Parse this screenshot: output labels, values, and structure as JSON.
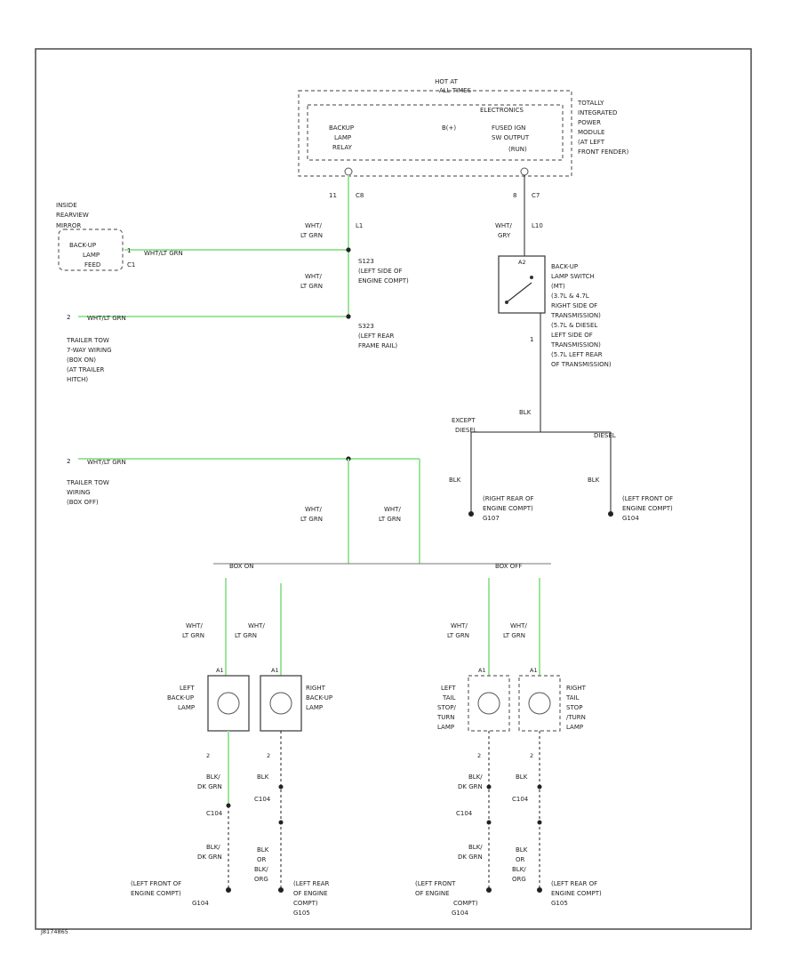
{
  "module": {
    "hot_at": "HOT AT",
    "all_times": "ALL TIMES",
    "title": [
      "TOTALLY",
      "INTEGRATED",
      "POWER",
      "MODULE",
      "(AT LEFT",
      "FRONT FENDER)"
    ],
    "electronics": "ELECTRONICS",
    "backup_lamp_relay": [
      "BACKUP",
      "LAMP",
      "RELAY"
    ],
    "b_plus": "B(+)",
    "fused_ign": [
      "FUSED IGN",
      "SW OUTPUT"
    ],
    "fused_ign_sub": "(RUN)",
    "pin_left": "11",
    "conn_left": "C8",
    "pin_right": "8",
    "conn_right": "C7"
  },
  "mirror": {
    "title": [
      "INSIDE",
      "REARVIEW",
      "MIRROR"
    ],
    "lamp": [
      "BACK-UP",
      "LAMP",
      "FEED"
    ],
    "pin": "1",
    "conn": "C1",
    "wire": "WHT/LT GRN"
  },
  "splices": {
    "s123": [
      "S123",
      "(LEFT SIDE OF",
      "ENGINE COMPT)"
    ],
    "s323": [
      "S323",
      "(LEFT REAR",
      "FRAME RAIL)"
    ]
  },
  "wires": {
    "wht": "WHT/",
    "ltgrn": "LT GRN",
    "wht_ltgrn": "WHT/LT GRN",
    "l1": "L1",
    "gry": "GRY",
    "l10": "L10",
    "blk": "BLK",
    "blk_or": "BLK/",
    "dkgrn": "DK GRN",
    "or": "OR",
    "blk2": "BLK/",
    "org": "ORG"
  },
  "trailer_on": {
    "pin": "2",
    "label": [
      "TRAILER TOW",
      "7-WAY WIRING",
      "(BOX ON)",
      "(AT TRAILER",
      "HITCH)"
    ]
  },
  "trailer_off": {
    "pin": "2",
    "label": [
      "TRAILER TOW",
      "WIRING",
      "(BOX OFF)"
    ]
  },
  "switch": {
    "pin_top": "A2",
    "pin_bottom": "1",
    "label": [
      "BACK-UP",
      "LAMP SWITCH",
      "(MT)",
      "(3.7L & 4.7L",
      "RIGHT SIDE OF",
      "TRANSMISSION)",
      "(5.7L & DIESEL",
      "LEFT SIDE OF",
      "TRANSMISSION)",
      "(5.7L LEFT REAR",
      "OF TRANSMISSION)"
    ]
  },
  "grounds": {
    "except_diesel": [
      "EXCEPT",
      "DIESEL"
    ],
    "diesel": "DIESEL",
    "g107": [
      "(RIGHT REAR OF",
      "ENGINE COMPT)",
      "G107"
    ],
    "g104_top": [
      "(LEFT FRONT OF",
      "ENGINE COMPT)",
      "G104"
    ],
    "g104_bl": [
      "(LEFT FRONT OF",
      "ENGINE COMPT)",
      "G104"
    ],
    "g105_l": [
      "(LEFT REAR",
      "OF ENGINE",
      "COMPT)",
      "G105"
    ],
    "g104_br": [
      "(LEFT FRONT",
      "OF ENGINE",
      "COMPT)",
      "G104"
    ],
    "g105_r": [
      "(LEFT REAR OF",
      "ENGINE COMPT)",
      "G105"
    ]
  },
  "box": {
    "on": "BOX ON",
    "off": "BOX OFF"
  },
  "lamps": {
    "left_backup": [
      "LEFT",
      "BACK-UP",
      "LAMP"
    ],
    "right_backup": [
      "RIGHT",
      "BACK-UP",
      "LAMP"
    ],
    "left_tail": [
      "LEFT",
      "TAIL",
      "STOP/",
      "TURN",
      "LAMP"
    ],
    "right_tail": [
      "RIGHT",
      "TAIL",
      "STOP",
      "/TURN",
      "LAMP"
    ],
    "pin_top": "A1",
    "pin_bottom": "2",
    "conn": "C104",
    "conn2": "C104"
  },
  "footer_code": "J8174865"
}
